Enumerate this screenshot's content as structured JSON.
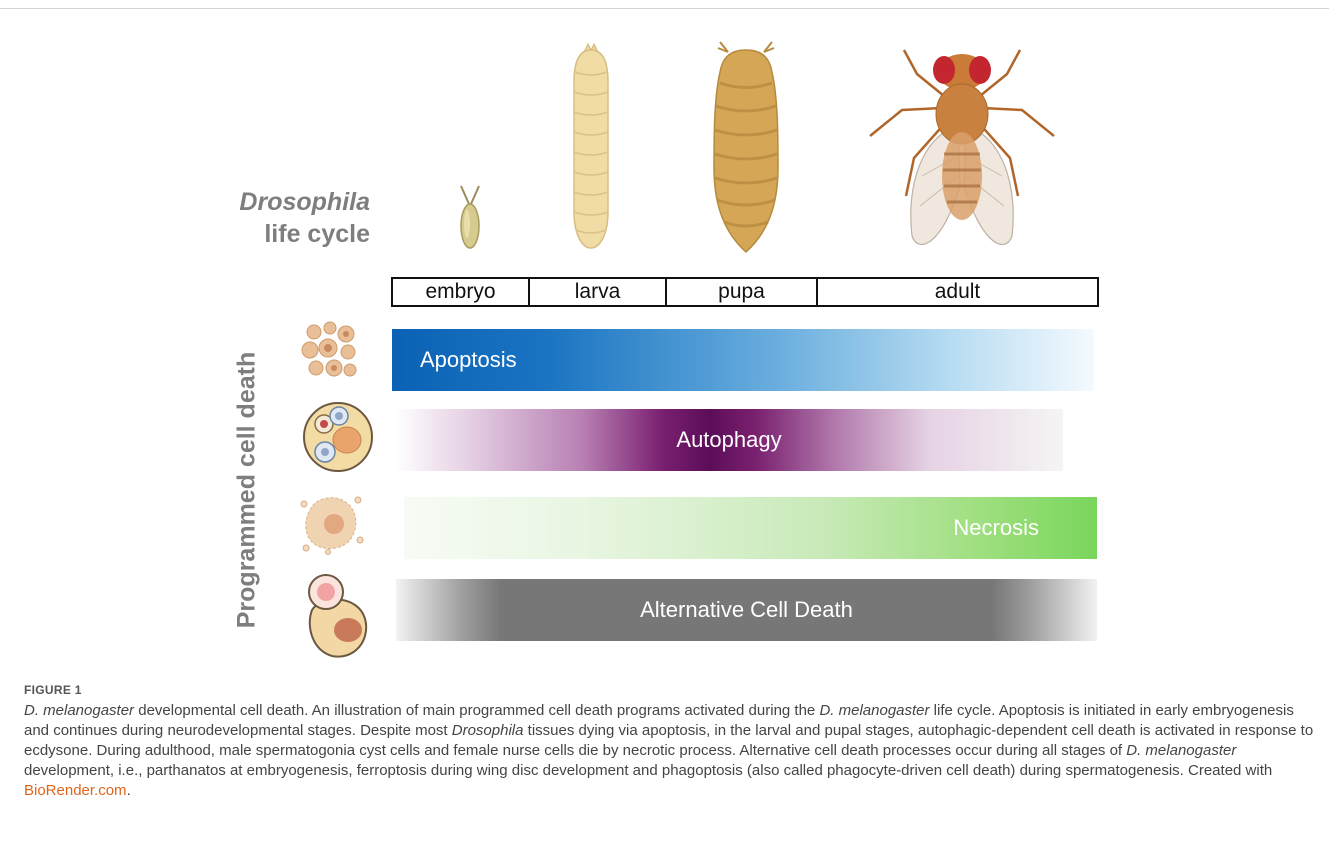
{
  "figure": {
    "life_cycle_label": {
      "line1": "Drosophila",
      "line2": "life cycle"
    },
    "stages": [
      "embryo",
      "larva",
      "pupa",
      "adult"
    ],
    "side_label": "Programmed cell death",
    "bands": {
      "apoptosis": "Apoptosis",
      "autophagy": "Autophagy",
      "necrosis": "Necrosis",
      "alternative": "Alternative Cell Death"
    },
    "colors": {
      "apoptosis": "#0b62b5",
      "autophagy": "#5c0d58",
      "necrosis": "#79d65c",
      "alternative": "#777777",
      "label_gray": "#7e7e7e",
      "link": "#e0651c"
    },
    "icons": [
      "embryo-icon",
      "larva-icon",
      "pupa-icon",
      "adult-fly-icon",
      "apoptotic-cell-icon",
      "autophagic-cell-icon",
      "necrotic-cell-icon",
      "phagocytosed-cell-icon"
    ]
  },
  "caption": {
    "figure_label": "FIGURE 1",
    "s1_species": "D. melanogaster",
    "s1_rest": " developmental cell death. An illustration of main programmed cell death programs activated during the ",
    "s1_species2": "D. melanogaster",
    "s1_end": " life cycle. Apoptosis is initiated in early embryogenesis and continues during neurodevelopmental stages. Despite most ",
    "s2_genus": "Drosophila",
    "s2_rest": " tissues dying via apoptosis, in the larval and pupal stages, autophagic-dependent cell death is activated in response to ecdysone. During adulthood, male spermatogonia cyst cells and female nurse cells die by necrotic process. Alternative cell death processes occur during all stages of ",
    "s3_species": "D. melanogaster",
    "s3_rest": " development, i.e., parthanatos at embryogenesis, ferroptosis during wing disc development and phagoptosis (also called phagocyte-driven cell death) during spermatogenesis. Created with ",
    "link_text": "BioRender.com",
    "end": "."
  }
}
